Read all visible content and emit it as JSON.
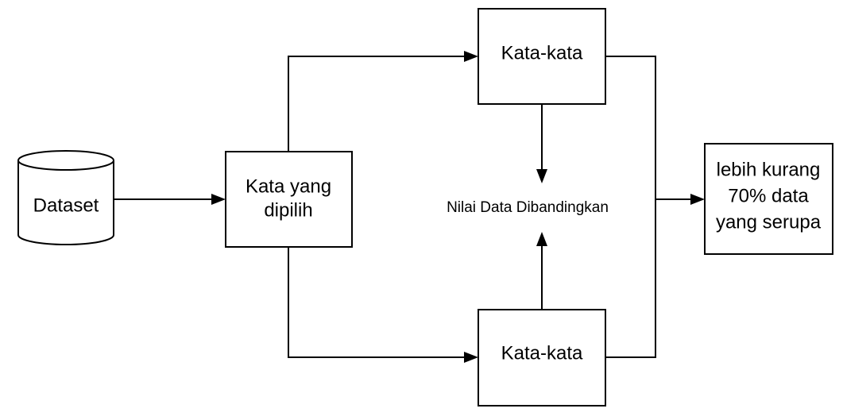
{
  "nodes": {
    "dataset": {
      "label": "Dataset",
      "shape": "cylinder"
    },
    "selected_words": {
      "label_lines": [
        "Kata yang",
        "dipilih"
      ],
      "shape": "rectangle"
    },
    "words_top": {
      "label": "Kata-kata",
      "shape": "rectangle"
    },
    "words_bottom": {
      "label": "Kata-kata",
      "shape": "rectangle"
    },
    "comparison": {
      "label": "Nilai Data Dibandingkan",
      "shape": "text"
    },
    "result": {
      "label_lines": [
        "lebih kurang",
        "70% data",
        "yang serupa"
      ],
      "shape": "rectangle"
    }
  },
  "edges": [
    {
      "from": "dataset",
      "to": "selected_words"
    },
    {
      "from": "selected_words",
      "to": "words_top"
    },
    {
      "from": "selected_words",
      "to": "words_bottom"
    },
    {
      "from": "words_top",
      "to": "comparison"
    },
    {
      "from": "words_bottom",
      "to": "comparison"
    },
    {
      "from": "words_top",
      "to": "result"
    },
    {
      "from": "words_bottom",
      "to": "result"
    }
  ],
  "colors": {
    "stroke": "#000000",
    "background": "#ffffff",
    "text": "#000000"
  }
}
